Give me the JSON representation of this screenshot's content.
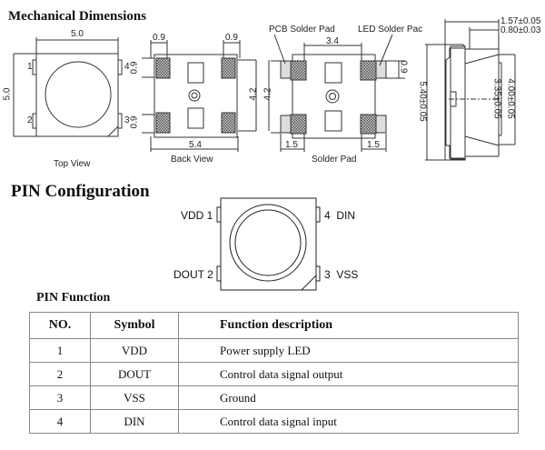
{
  "sections": {
    "mechanical_title": "Mechanical  Dimensions",
    "pin_config_title": "PIN  Configuration",
    "pin_function_title": "PIN Function"
  },
  "mechanical": {
    "top_view": {
      "caption": "Top View",
      "width_dim": "5.0",
      "height_dim": "5.0",
      "pins": [
        "1",
        "2",
        "3",
        "4"
      ]
    },
    "back_view": {
      "caption": "Back View",
      "pad_width_left": "0.9",
      "pad_width_right": "0.9",
      "pad_height_top": "0.9",
      "pad_height_bottom": "0.9",
      "pitch_vertical": "4.2",
      "overall_width": "5.4"
    },
    "solder_pad": {
      "caption": "Solder Pad",
      "pcb_pad_label": "PCB Solder Pad",
      "led_pad_label": "LED Solder Pac",
      "pitch_vertical": "4.2",
      "pad_spacing": "3.4",
      "pad_height": "0.9",
      "pad_length_left": "1.5",
      "pad_length_right": "1.5"
    },
    "side_view": {
      "total_thickness": "1.57±0.05",
      "lens_height": "0.80±0.03",
      "body_length": "5.40±0.05",
      "inner_dim": "3.35±0.05",
      "lens_dim": "4.00±0.05"
    }
  },
  "pin_config": {
    "pin1": "VDD 1",
    "pin2": "DOUT 2",
    "pin3": "3  VSS",
    "pin4": "4  DIN"
  },
  "pin_table": {
    "headers": [
      "NO.",
      "Symbol",
      "Function description"
    ],
    "rows": [
      {
        "no": "1",
        "symbol": "VDD",
        "description": "Power supply LED"
      },
      {
        "no": "2",
        "symbol": "DOUT",
        "description": "Control data signal output"
      },
      {
        "no": "3",
        "symbol": "VSS",
        "description": "Ground"
      },
      {
        "no": "4",
        "symbol": "DIN",
        "description": "Control data signal input"
      }
    ]
  }
}
